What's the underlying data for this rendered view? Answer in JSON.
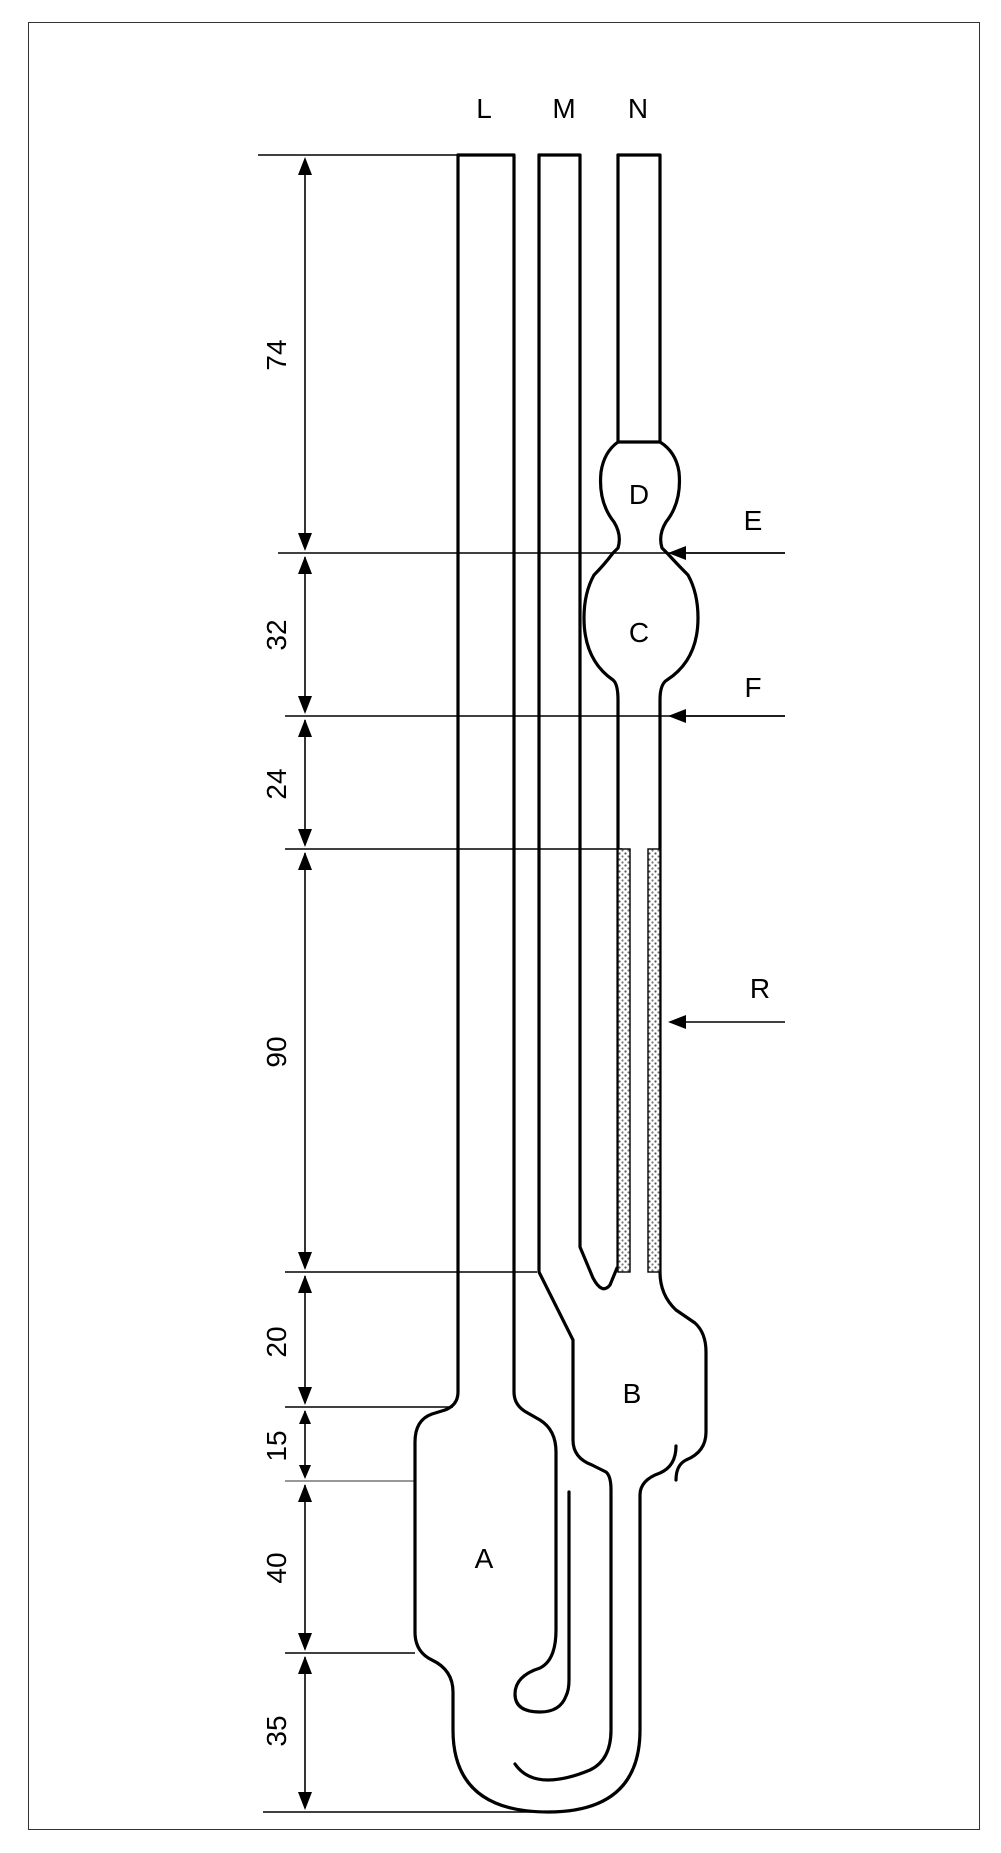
{
  "tube_labels": {
    "l": "L",
    "m": "M",
    "n": "N"
  },
  "bulb_labels": {
    "a": "A",
    "b": "B",
    "c": "C",
    "d": "D"
  },
  "mark_labels": {
    "e": "E",
    "f": "F",
    "r": "R"
  },
  "dimensions": [
    "74",
    "32",
    "24",
    "90",
    "20",
    "15",
    "40",
    "35"
  ],
  "colors": {
    "line": "#000000",
    "frame": "#333333",
    "capillary_fill": "#bdbdbd"
  }
}
